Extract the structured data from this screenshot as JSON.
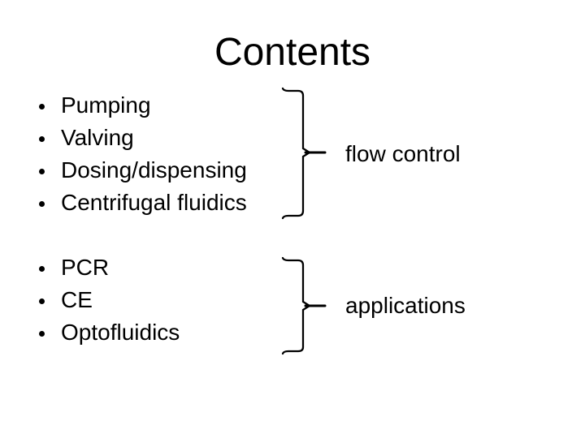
{
  "slide": {
    "title": "Contents",
    "groups": [
      {
        "label": "flow control",
        "items": [
          "Pumping",
          "Valving",
          "Dosing/dispensing",
          "Centrifugal fluidics"
        ]
      },
      {
        "label": "applications",
        "items": [
          "PCR",
          "CE",
          "Optofluidics"
        ]
      }
    ]
  },
  "icons": {
    "bullet": "filled-circle",
    "group_connector": "right-curly-brace-with-pointer"
  },
  "colors": {
    "background": "#ffffff",
    "text": "#000000",
    "line": "#000000"
  }
}
